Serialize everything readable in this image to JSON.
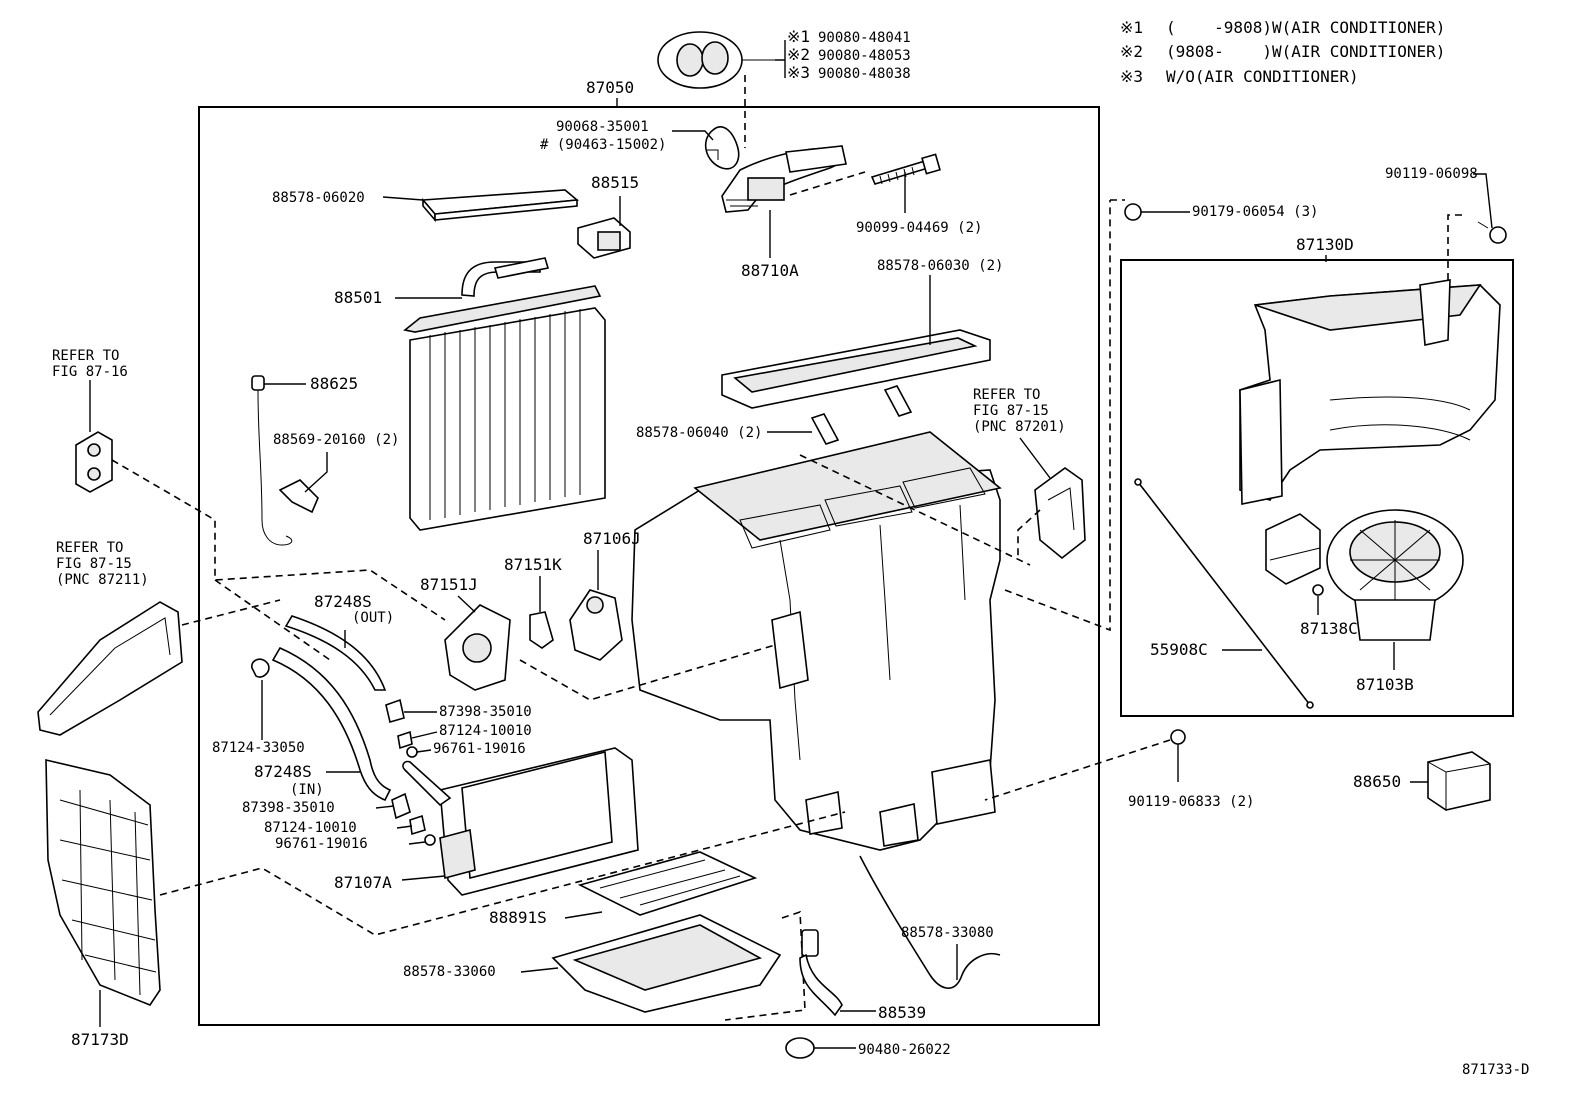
{
  "notes": [
    {
      "mark": "※1",
      "text": "(    -9808)W(AIR CONDITIONER)"
    },
    {
      "mark": "※2",
      "text": "(9808-    )W(AIR CONDITIONER)"
    },
    {
      "mark": "※3",
      "text": "W/O(AIR CONDITIONER)"
    }
  ],
  "gasket_variants": [
    {
      "mark": "※1",
      "part": "90080-48041"
    },
    {
      "mark": "※2",
      "part": "90080-48053"
    },
    {
      "mark": "※3",
      "part": "90080-48038"
    }
  ],
  "labels": {
    "l87050": "87050",
    "l90068a": "90068-35001",
    "l90068b": "# (90463-15002)",
    "l88578_06020": "88578-06020",
    "l88515": "88515",
    "l88710A": "88710A",
    "l90099": "90099-04469 (2)",
    "l88578_06030": "88578-06030 (2)",
    "l88501": "88501",
    "l88625": "88625",
    "l88569": "88569-20160 (2)",
    "l88578_06040": "88578-06040 (2)",
    "lRefer1615a": "REFER TO",
    "lRefer1615b": "FIG 87-15",
    "lRefer1615c": "(PNC 87201)",
    "lRefer1616a": "REFER TO",
    "lRefer1616b": "FIG 87-16",
    "lRefer87211a": "REFER TO",
    "lRefer87211b": "FIG 87-15",
    "lRefer87211c": "(PNC 87211)",
    "l87106J": "87106J",
    "l87151K": "87151K",
    "l87151J": "87151J",
    "l87248S_out": "87248S",
    "l87248S_out2": "(OUT)",
    "l87398_1": "87398-35010",
    "l87124_1": "87124-10010",
    "l96761_1": "96761-19016",
    "l87124_33050": "87124-33050",
    "l87248S_in": "87248S",
    "l87248S_in2": "(IN)",
    "l87398_2": "87398-35010",
    "l87124_2": "87124-10010",
    "l96761_2": "96761-19016",
    "l87107A": "87107A",
    "l88891S": "88891S",
    "l88578_33060": "88578-33060",
    "l88578_33080": "88578-33080",
    "l88539": "88539",
    "l90480": "90480-26022",
    "l87173D": "87173D",
    "l90119_06098": "90119-06098",
    "l90179": "90179-06054 (3)",
    "l87130D": "87130D",
    "l55908C": "55908C",
    "l87138C": "87138C",
    "l87103B": "87103B",
    "l90119_06833": "90119-06833 (2)",
    "l88650": "88650",
    "figure_id": "871733-D"
  }
}
